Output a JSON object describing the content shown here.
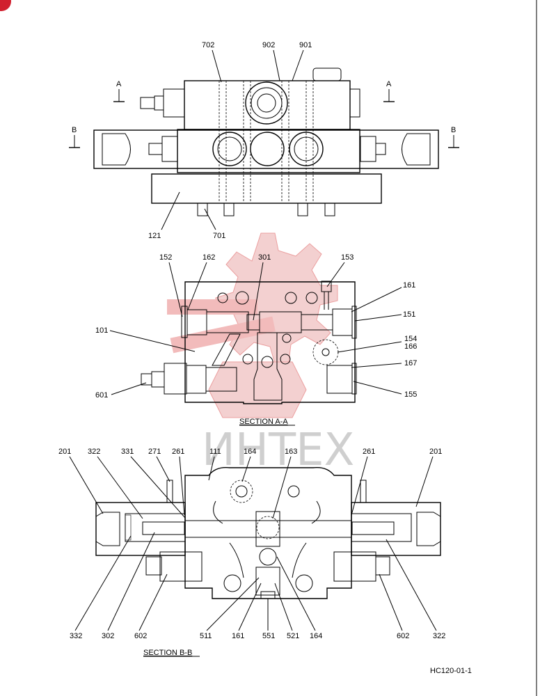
{
  "colors": {
    "line": "#000000",
    "logo": "#f2c8c8",
    "logo_edge": "#e88f8f",
    "watermark_text": "#cfcfcf",
    "badge": "#d1202f"
  },
  "watermark": {
    "text": "ИНТЕХ"
  },
  "view_top": {
    "callouts": [
      "702",
      "902",
      "901",
      "121",
      "701"
    ],
    "section_markers": [
      "A",
      "A",
      "B",
      "B"
    ]
  },
  "section_aa": {
    "title": "SECTION A-A",
    "callouts": [
      "152",
      "162",
      "301",
      "153",
      "161",
      "151",
      "101",
      "154",
      "166",
      "167",
      "601",
      "155"
    ]
  },
  "section_bb": {
    "title": "SECTION B-B",
    "callouts_top": [
      "201",
      "322",
      "331",
      "271",
      "261",
      "111",
      "164",
      "163",
      "261",
      "201"
    ],
    "callouts_bottom": [
      "332",
      "302",
      "602",
      "511",
      "161",
      "551",
      "521",
      "164",
      "602",
      "322"
    ]
  },
  "drawing_number": "HC120-01-1"
}
